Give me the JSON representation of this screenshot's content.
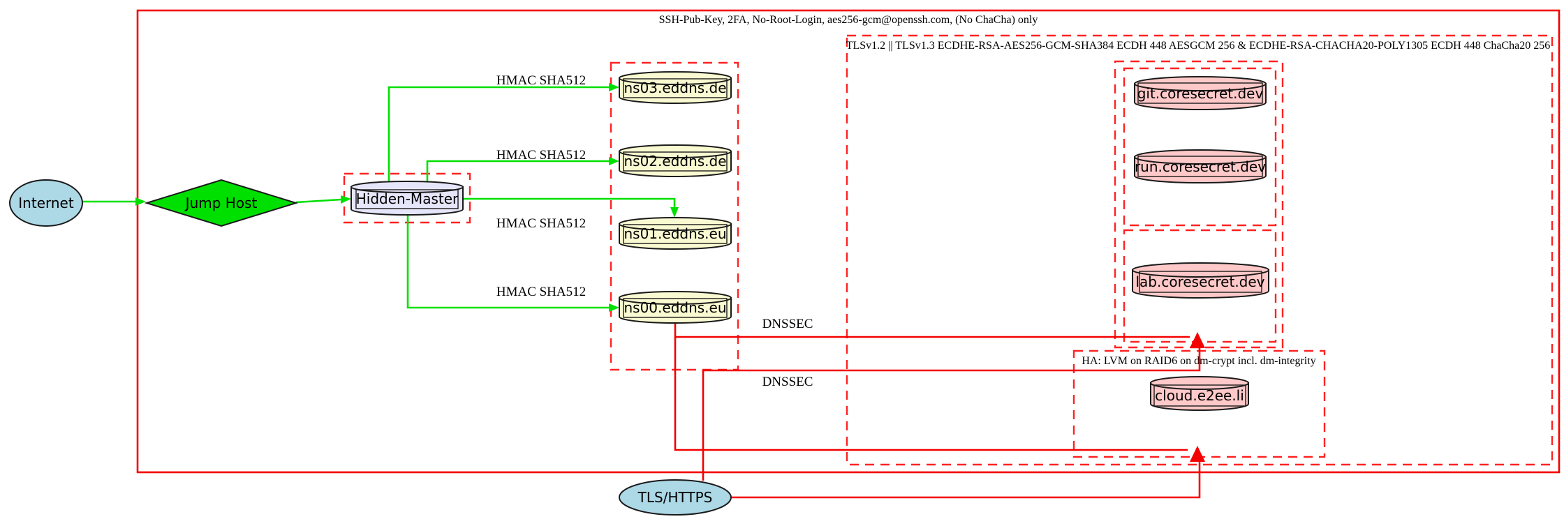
{
  "diagram_title": "DNS / hosting security architecture diagram",
  "clusters": {
    "ssh": {
      "label": "SSH-Pub-Key, 2FA, No-Root-Login, aes256-gcm@openssh.com, (No ChaCha) only",
      "style": "solid-red"
    },
    "tls": {
      "label": "TLSv1.2 || TLSv1.3 ECDHE-RSA-AES256-GCM-SHA384 ECDH 448 AESGCM 256 & ECDHE-RSA-CHACHA20-POLY1305 ECDH 448 ChaCha20 256",
      "style": "dashed-red"
    },
    "ha": {
      "label": "HA: LVM on RAID6 on dm-crypt incl. dm-integrity",
      "style": "dashed-red"
    },
    "hidden_master_box": {
      "label": "",
      "style": "dashed-red"
    },
    "eddns_box": {
      "label": "",
      "style": "dashed-red"
    },
    "coresecret_box": {
      "label": "",
      "style": "dashed-red"
    }
  },
  "nodes": {
    "internet": {
      "label": "Internet",
      "shape": "ellipse",
      "fill": "#add8e6"
    },
    "jump_host": {
      "label": "Jump Host",
      "shape": "diamond",
      "fill": "#00e000"
    },
    "hidden_master": {
      "label": "Hidden-Master",
      "shape": "cylinder",
      "fill": "#e6e6fa"
    },
    "ns03": {
      "label": "ns03.eddns.de",
      "shape": "cylinder",
      "fill": "#fafad2"
    },
    "ns02": {
      "label": "ns02.eddns.de",
      "shape": "cylinder",
      "fill": "#fafad2"
    },
    "ns01": {
      "label": "ns01.eddns.eu",
      "shape": "cylinder",
      "fill": "#fafad2"
    },
    "ns00": {
      "label": "ns00.eddns.eu",
      "shape": "cylinder",
      "fill": "#fafad2"
    },
    "git": {
      "label": "git.coresecret.dev",
      "shape": "cylinder",
      "fill": "#ffc9c9"
    },
    "run": {
      "label": "run.coresecret.dev",
      "shape": "cylinder",
      "fill": "#ffc9c9"
    },
    "lab": {
      "label": "lab.coresecret.dev",
      "shape": "cylinder",
      "fill": "#ffc9c9"
    },
    "cloud": {
      "label": "cloud.e2ee.li",
      "shape": "cylinder",
      "fill": "#ffc9c9"
    },
    "tls_https": {
      "label": "TLS/HTTPS",
      "shape": "ellipse",
      "fill": "#add8e6"
    }
  },
  "edge_labels": {
    "hmac": "HMAC SHA512",
    "dnssec": "DNSSEC"
  },
  "edges": [
    {
      "from": "internet",
      "to": "jump_host",
      "color": "green",
      "label": ""
    },
    {
      "from": "jump_host",
      "to": "hidden_master",
      "color": "green",
      "label": ""
    },
    {
      "from": "hidden_master",
      "to": "ns03",
      "color": "green",
      "label": "HMAC SHA512"
    },
    {
      "from": "hidden_master",
      "to": "ns02",
      "color": "green",
      "label": "HMAC SHA512"
    },
    {
      "from": "hidden_master",
      "to": "ns01",
      "color": "green",
      "label": "HMAC SHA512"
    },
    {
      "from": "hidden_master",
      "to": "ns00",
      "color": "green",
      "label": "HMAC SHA512"
    },
    {
      "from": "ns00",
      "to": "coresecret_box",
      "color": "red",
      "label": "DNSSEC"
    },
    {
      "from": "ns00",
      "to": "ha",
      "color": "red",
      "label": "DNSSEC"
    },
    {
      "from": "tls_https",
      "to": "coresecret_box",
      "color": "red",
      "label": ""
    },
    {
      "from": "tls_https",
      "to": "ha",
      "color": "red",
      "label": ""
    }
  ],
  "colors": {
    "edge_green": "#00e000",
    "edge_red": "#f40000",
    "cluster_red": "#ff2222",
    "node_blue": "#add8e6",
    "node_green": "#00e000",
    "node_lavender": "#e6e6fa",
    "node_yellow": "#fafad2",
    "node_pink": "#ffc9c9",
    "background": "#ffffff"
  }
}
